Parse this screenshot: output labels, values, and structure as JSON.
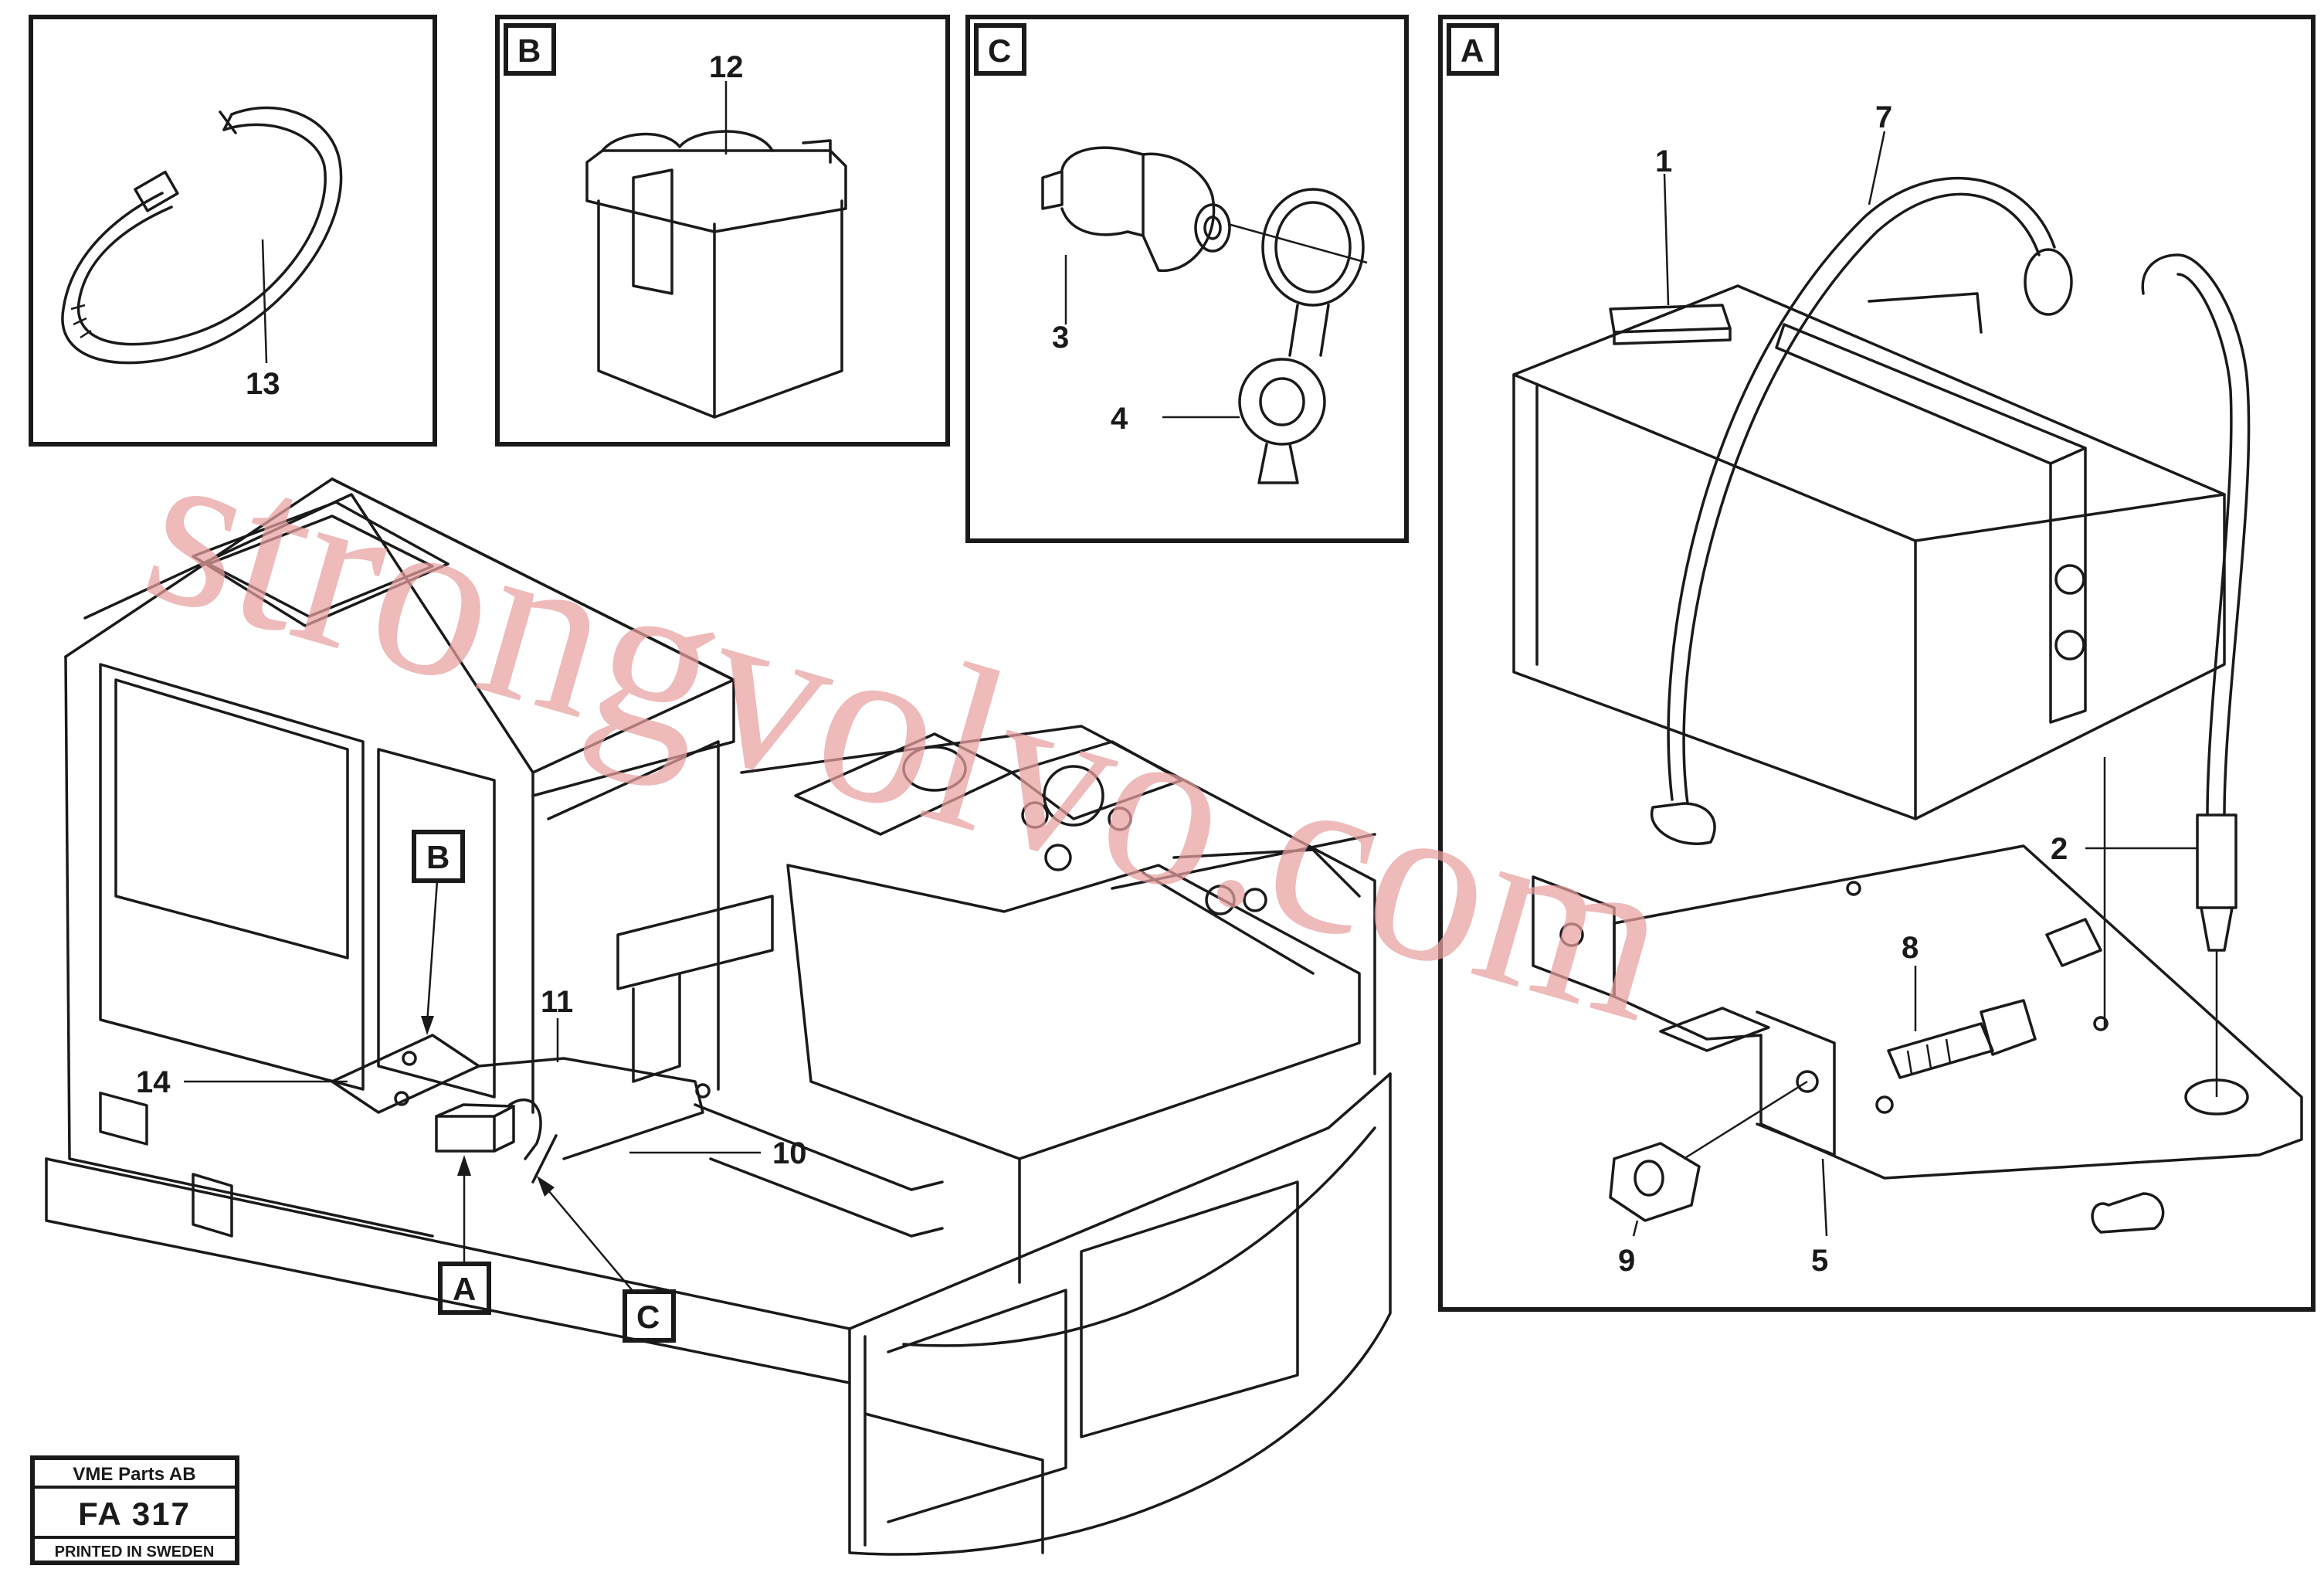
{
  "detail_boxes": {
    "detail_b": "B",
    "detail_c": "C",
    "detail_a": "A"
  },
  "part_numbers": {
    "p1": "1",
    "p2": "2",
    "p3": "3",
    "p4": "4",
    "p5": "5",
    "p7": "7",
    "p8": "8",
    "p9": "9",
    "p10": "10",
    "p11": "11",
    "p12": "12",
    "p13": "13",
    "p14": "14"
  },
  "callouts": {
    "callout_b": "B",
    "callout_a": "A",
    "callout_c": "C"
  },
  "stamp": {
    "company": "VME Parts AB",
    "code": "FA 317",
    "footer": "PRINTED IN SWEDEN"
  },
  "watermark": "strongvolvo.com"
}
